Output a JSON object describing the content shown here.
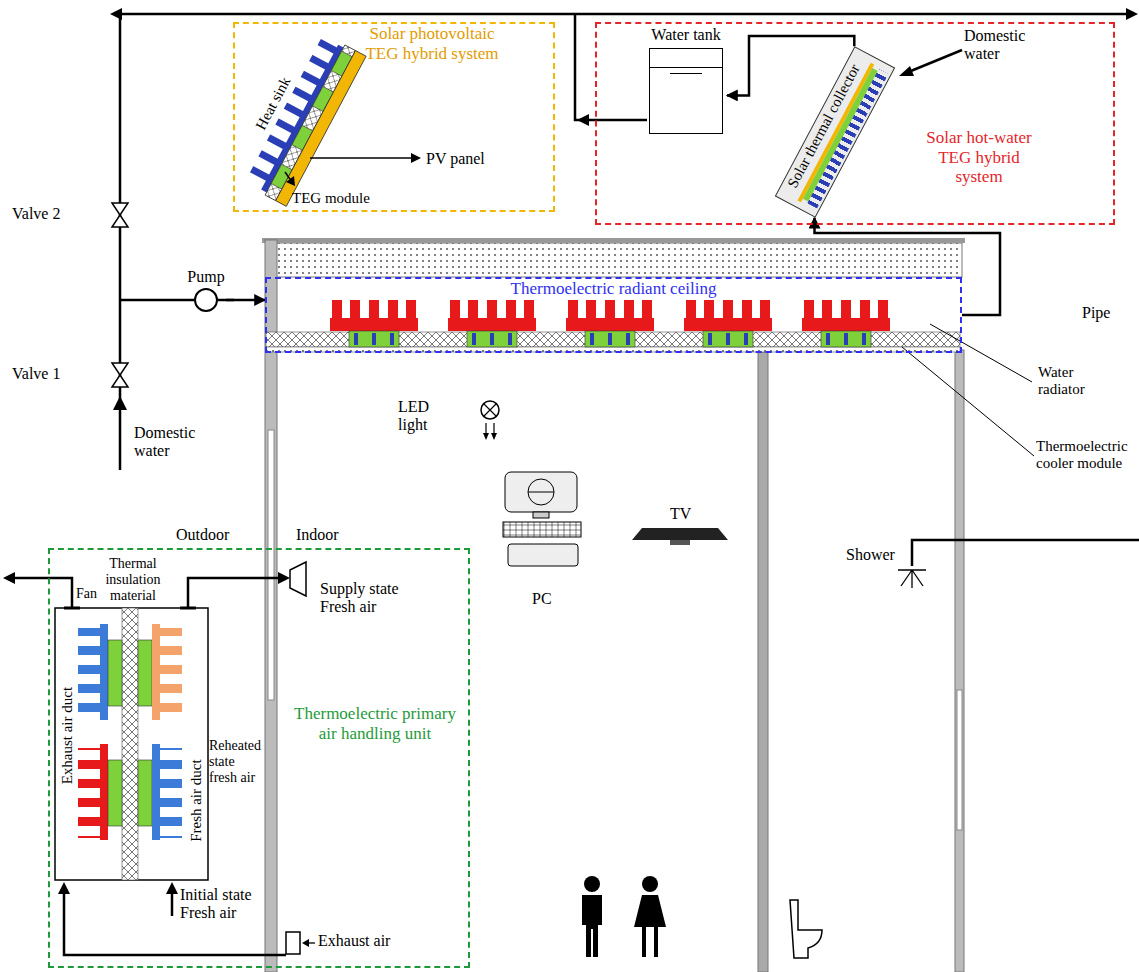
{
  "diagram": {
    "nodes": [
      {
        "text": [
          "Solar photovoltaic TEG hybrid system"
        ]
      },
      {
        "text": [
          "Solar hot-water TEG hybrid system"
        ]
      },
      {
        "text": [
          "Water tank"
        ],
        "in": 1
      },
      {
        "text": [
          "Solar thermal collector"
        ],
        "in": 1
      },
      {
        "text": [
          "Thermoelectric radiant ceiling"
        ]
      },
      {
        "text": [
          "Pump"
        ]
      },
      {
        "text": [
          "Thermoelectric primary air handling unit"
        ]
      }
    ],
    "edges": [
      {
        "from": 5,
        "to": 4,
        "arrow": "to"
      },
      {
        "from": 4,
        "to": 3,
        "arrow": "to"
      },
      {
        "from": 3,
        "to": 2,
        "arrow": "to"
      }
    ],
    "labels": [
      "Valve 2",
      "Valve 1",
      "Domestic water",
      "Heat sink",
      "PV panel",
      "TEG module",
      "Domestic water",
      "Pipe",
      "Water radiator",
      "Thermoelectric cooler module",
      "LED light",
      "PC",
      "TV",
      "Shower",
      "Outdoor",
      "Indoor",
      "Fan",
      "Thermal insulation material",
      "Supply state Fresh air",
      "Exhaust air duct",
      "Reheated state fresh air",
      "Fresh air duct",
      "Initial state Fresh air",
      "Exhaust air"
    ]
  }
}
